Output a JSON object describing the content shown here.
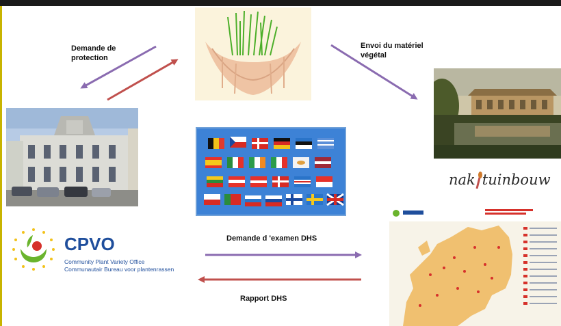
{
  "labels": {
    "protection_request": "Demande de protection",
    "plant_material": "Envoi du matériel végétal",
    "dhs_request": "Demande d 'examen DHS",
    "dhs_report": "Rapport DHS"
  },
  "cpvo": {
    "acronym": "CPVO",
    "line1": "Community Plant Variety Office",
    "line2": "Communautair Bureau voor plantenrassen"
  },
  "naktuinbouw": {
    "wordmark_left": "nak",
    "wordmark_right": "tuinbouw"
  },
  "colors": {
    "arrow_purple": "#8a6bb0",
    "arrow_red": "#c0504d",
    "cpvo_blue": "#1f4e9c",
    "cpvo_green": "#6ab42d",
    "cpvo_red": "#d6312b",
    "eu_map_land": "#f0c070"
  }
}
